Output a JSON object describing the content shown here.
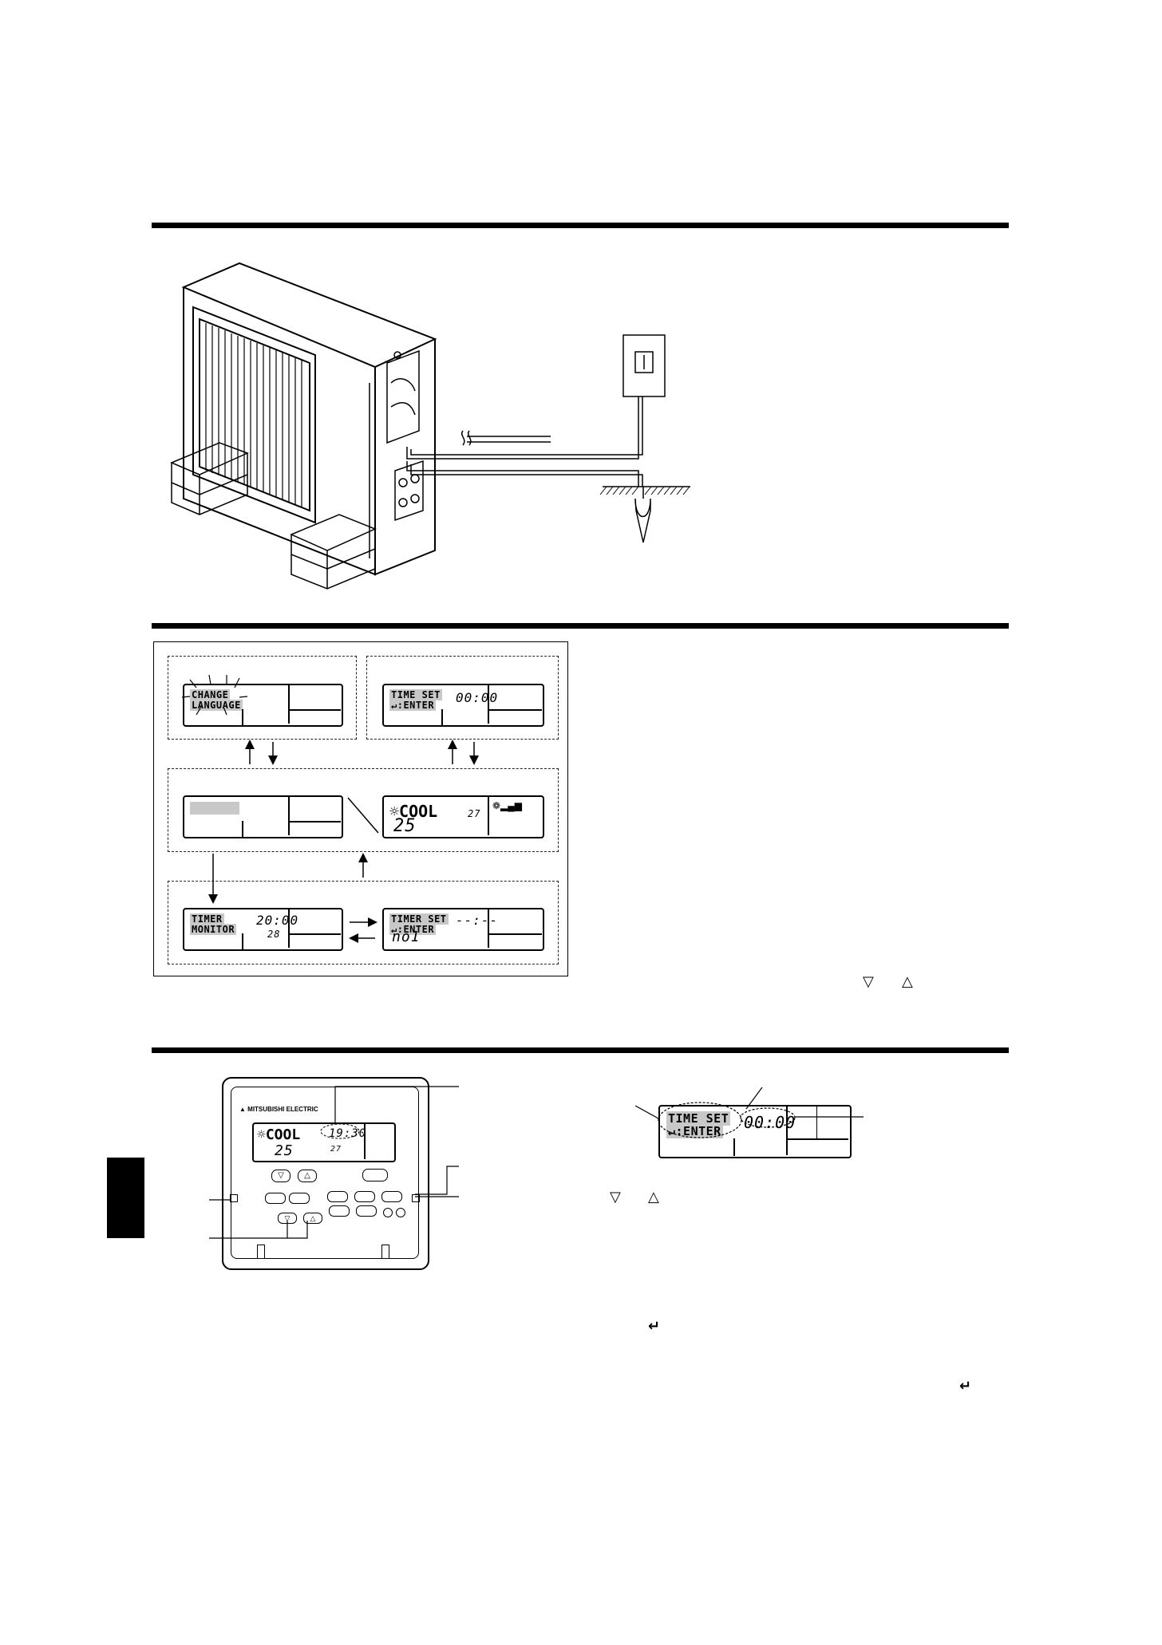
{
  "header": {
    "rule_color": "#000000"
  },
  "section_tab": {
    "color": "#000000"
  },
  "flow": {
    "change_language": {
      "line1": "CHANGE",
      "line2": "LANGUAGE"
    },
    "time_set_top": {
      "line1": "TIME SET",
      "line2": "↵:ENTER",
      "time": "00:00"
    },
    "cool": {
      "mode": "COOL",
      "set_temp": "25",
      "room_temp": "27"
    },
    "timer_monitor": {
      "line1": "TIMER",
      "line2": "MONITOR",
      "time": "20:00",
      "value": "28"
    },
    "timer_set": {
      "line1": "TIMER SET",
      "line2": "↵:ENTER",
      "time": "--:--",
      "number": "no1"
    }
  },
  "controller": {
    "brand": "MITSUBISHI ELECTRIC",
    "mode": "COOL",
    "clock": "19:30",
    "set_temp": "25",
    "room_temp": "27"
  },
  "clock_lcd": {
    "line1": "TIME SET",
    "line2": "↵:ENTER",
    "time": "00:00"
  },
  "symbols": {
    "down": "▽",
    "up": "△",
    "enter": "↵"
  }
}
